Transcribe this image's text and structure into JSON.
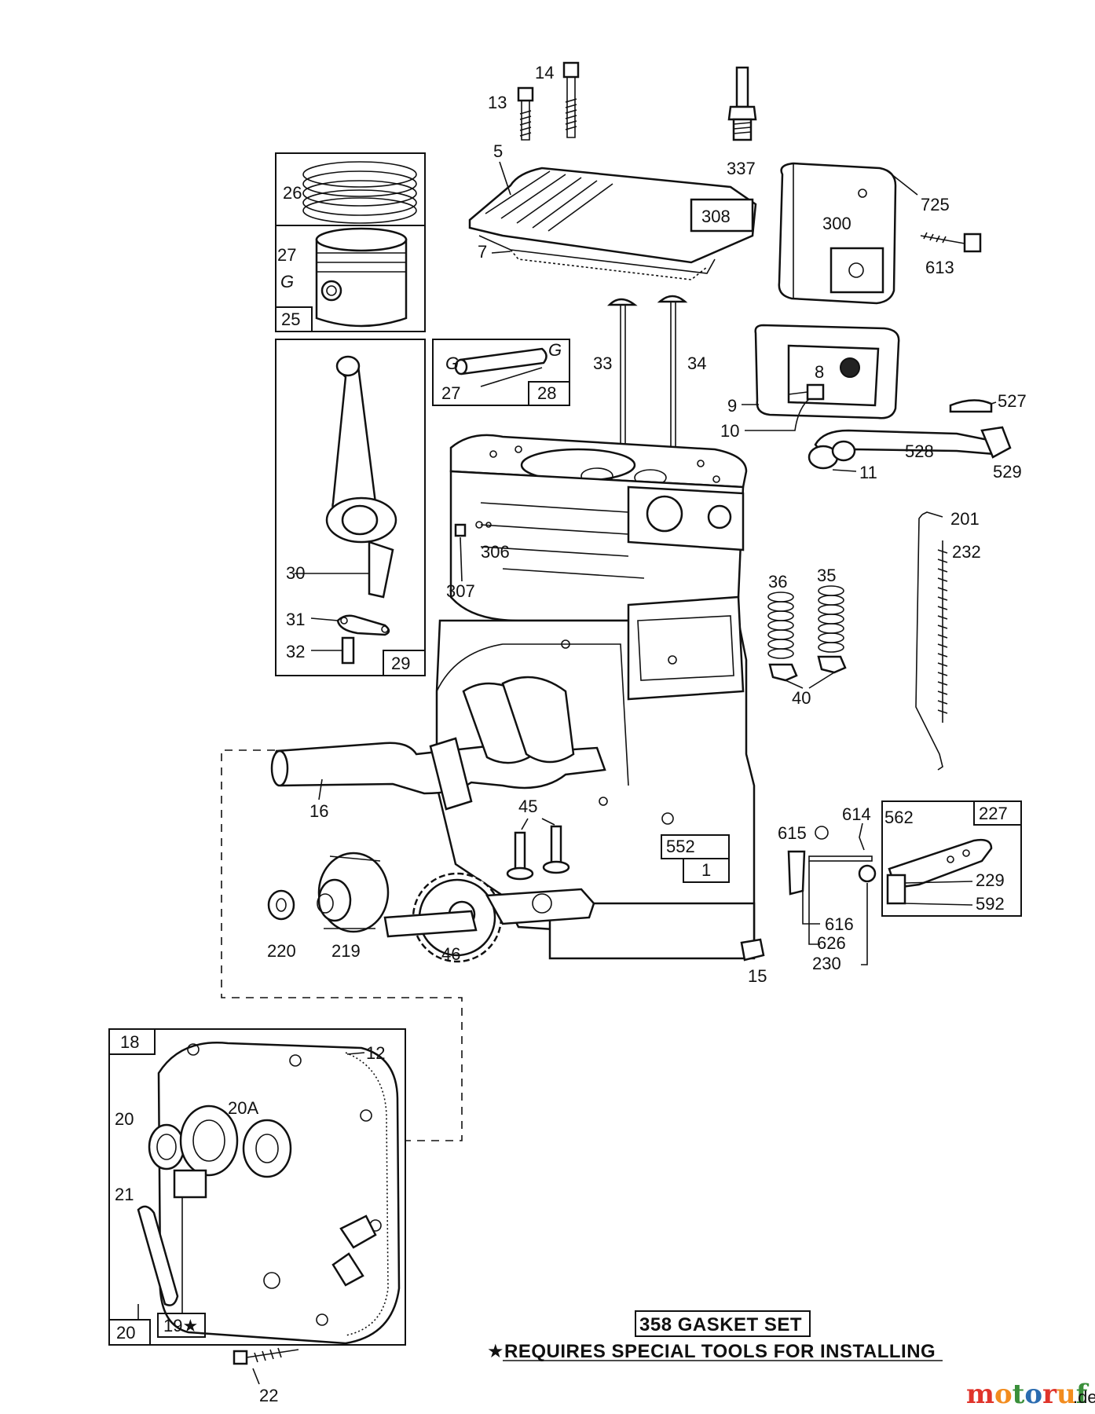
{
  "labels": {
    "l13": "13",
    "l14": "14",
    "l337": "337",
    "l5": "5",
    "l308": "308",
    "l7": "7",
    "l725": "725",
    "l300": "300",
    "l613": "613",
    "l26": "26",
    "l27a": "27",
    "l27aG": "G",
    "l25": "25",
    "l27b": "27",
    "l28": "28",
    "l27bG1": "G",
    "l27bG2": "G",
    "l33": "33",
    "l34": "34",
    "l8": "8",
    "l9": "9",
    "l10": "10",
    "l11": "11",
    "l527": "527",
    "l528": "528",
    "l529": "529",
    "l30": "30",
    "l31": "31",
    "l32": "32",
    "l29": "29",
    "l306": "306",
    "l307": "307",
    "l201": "201",
    "l232": "232",
    "l36": "36",
    "l35": "35",
    "l40": "40",
    "l16": "16",
    "l45": "45",
    "l552": "552",
    "l1": "1",
    "l220": "220",
    "l219": "219",
    "l46": "46",
    "l15": "15",
    "l615": "615",
    "l614": "614",
    "l562": "562",
    "l227": "227",
    "l229": "229",
    "l592": "592",
    "l616": "616",
    "l626": "626",
    "l230": "230",
    "l18": "18",
    "l12": "12",
    "l20a": "20",
    "l20A": "20A",
    "l21": "21",
    "l20b": "20",
    "l19": "19★",
    "l22": "22"
  },
  "footer": {
    "gasket_set": "358 GASKET SET",
    "special_tools": "★REQUIRES SPECIAL TOOLS FOR INSTALLING"
  },
  "watermark": {
    "brand": "motoruf",
    "suffix": ".de",
    "colors": [
      "#e0342b",
      "#f28c1e",
      "#3a8f3a",
      "#2b6cb0",
      "#e0342b",
      "#f28c1e",
      "#3a8f3a"
    ]
  }
}
